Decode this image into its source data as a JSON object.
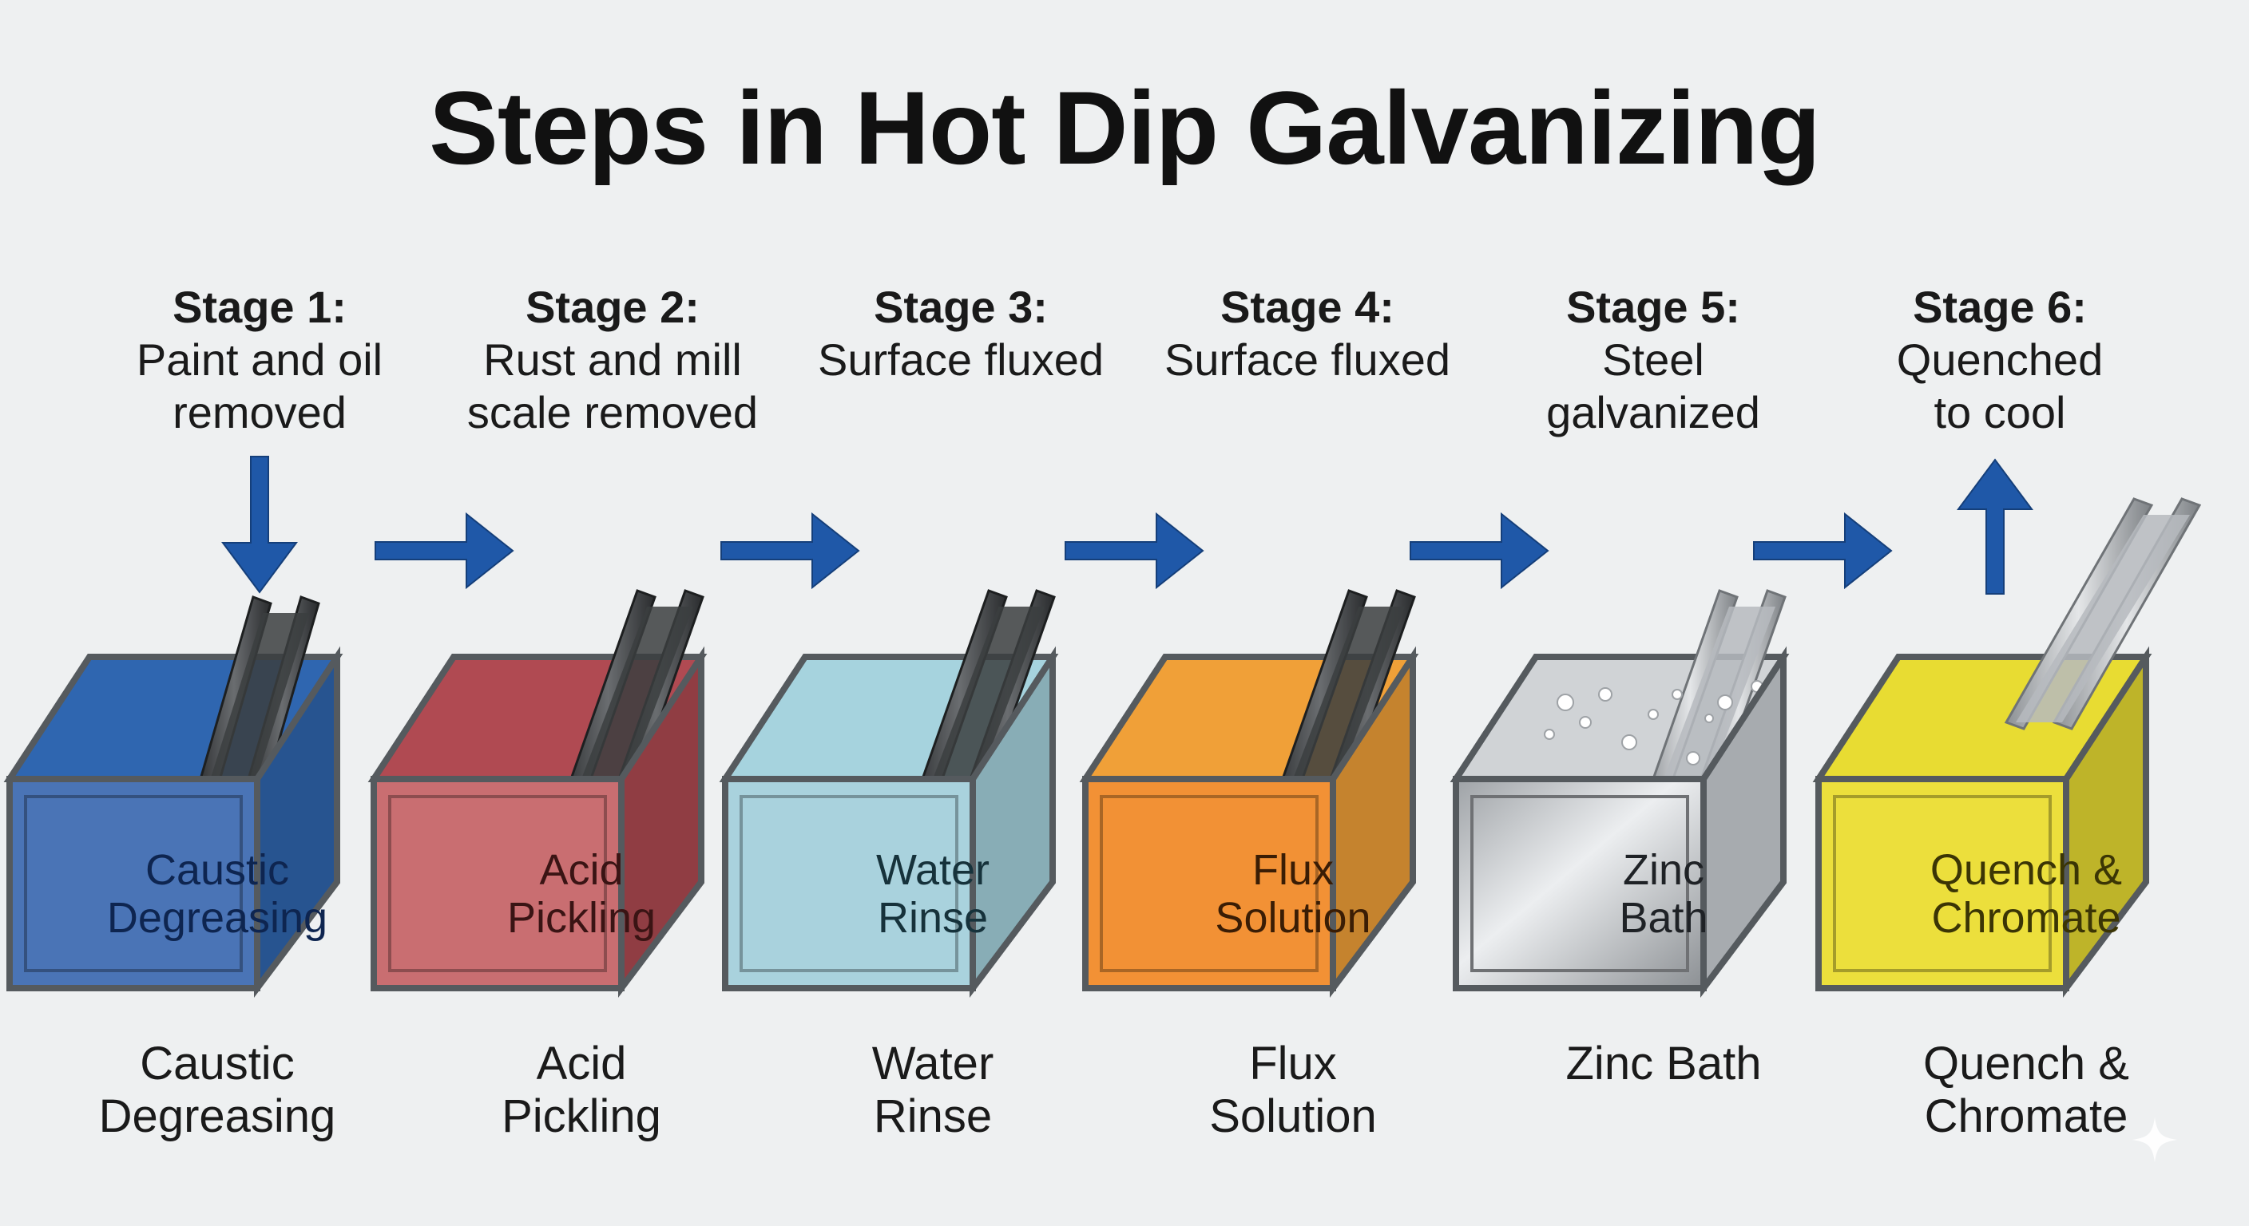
{
  "title": "Steps in Hot Dip Galvanizing",
  "stages": [
    {
      "number": "Stage 1:",
      "description": "Paint and oil\nremoved",
      "tank_label": "Caustic\nDegreasing",
      "bottom_label": "Caustic\nDegreasing",
      "liquid_color": "#2f66b0",
      "front_color": "#4a74b6",
      "label_color": "#0e2550"
    },
    {
      "number": "Stage 2:",
      "description": "Rust and mill\nscale removed",
      "tank_label": "Acid\nPickling",
      "bottom_label": "Acid\nPickling",
      "liquid_color": "#b04a52",
      "front_color": "#c96e71",
      "label_color": "#3a1414"
    },
    {
      "number": "Stage 3:",
      "description": "Surface fluxed",
      "tank_label": "Water\nRinse",
      "bottom_label": "Water\nRinse",
      "liquid_color": "#a6d3de",
      "front_color": "#a9d2dd",
      "label_color": "#16323b"
    },
    {
      "number": "Stage 4:",
      "description": "Surface fluxed",
      "tank_label": "Flux\nSolution",
      "bottom_label": "Flux\nSolution",
      "liquid_color": "#f0a038",
      "front_color": "#f29135",
      "label_color": "#3a1d05"
    },
    {
      "number": "Stage 5:",
      "description": "Steel\ngalvanized",
      "tank_label": "Zinc\nBath",
      "bottom_label": "Zinc Bath",
      "liquid_color": "#c9cccf",
      "front_color": "#c4c7ca",
      "label_color": "#1f2226"
    },
    {
      "number": "Stage 6:",
      "description": "Quenched\nto cool",
      "tank_label": "Quench &\nChromate",
      "bottom_label": "Quench &\nChromate",
      "liquid_color": "#e8dc32",
      "front_color": "#ecdf3c",
      "label_color": "#3b3505"
    }
  ],
  "colors": {
    "arrow": "#1f58a8",
    "tank_frame": "#555a5e",
    "background": "#eef0f1"
  },
  "icons": {
    "arrow": "blue-arrow-icon",
    "steel": "steel-channel-icon",
    "sparkle": "sparkle-icon"
  }
}
